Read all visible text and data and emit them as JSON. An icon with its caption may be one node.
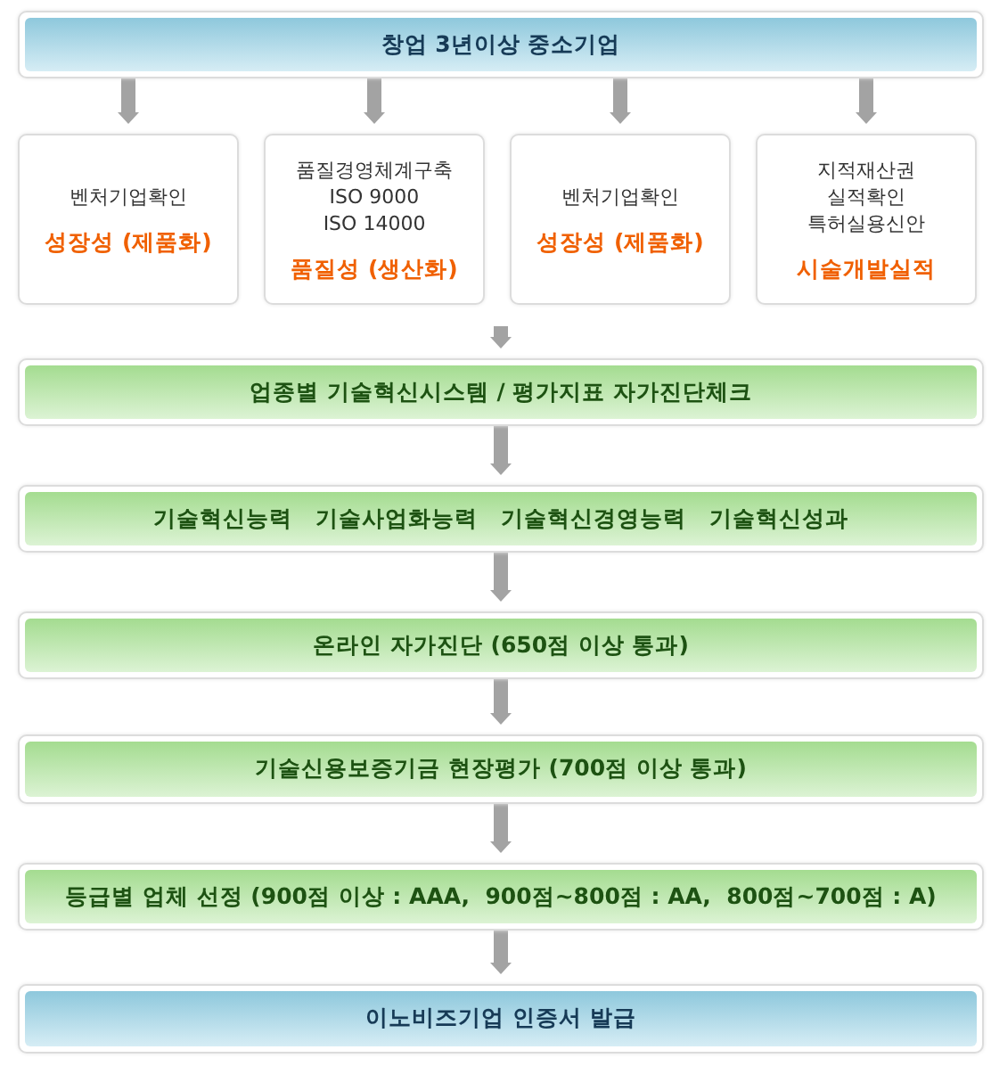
{
  "diagram": {
    "nodes": [
      {
        "text": [
          "창업 3년이상 중소기업"
        ]
      },
      {
        "text": [
          "벤처기업확인",
          "성장성 (제품화)"
        ]
      },
      {
        "text": [
          "품질경영체계구축",
          "ISO 9000",
          "ISO 14000",
          "품질성 (생산화)"
        ]
      },
      {
        "text": [
          "벤처기업확인",
          "성장성 (제품화)"
        ]
      },
      {
        "text": [
          "지적재산권",
          "실적확인",
          "특허실용신안",
          "시술개발실적"
        ]
      },
      {
        "text": [
          "업종별 기술혁신시스템 / 평가지표 자가진단체크"
        ]
      },
      {
        "text": [
          "기술혁신능력   기술사업화능력   기술혁신경영능력   기술혁신성과"
        ]
      },
      {
        "text": [
          "온라인 자가진단 (650점 이상 통과)"
        ]
      },
      {
        "text": [
          "기술신용보증기금 현장평가 (700점 이상 통과)"
        ]
      },
      {
        "text": [
          "등급별 업체 선정 (900점 이상 : AAA,  900점~800점 : AA,  800점~700점 : A)"
        ]
      },
      {
        "text": [
          "이노비즈기업 인증서 발급"
        ]
      }
    ],
    "edges": [
      {
        "from": 0,
        "to": 1,
        "arrow": "to"
      },
      {
        "from": 0,
        "to": 2,
        "arrow": "to"
      },
      {
        "from": 0,
        "to": 3,
        "arrow": "to"
      },
      {
        "from": 0,
        "to": 4,
        "arrow": "to"
      },
      {
        "from": null,
        "to": 5,
        "arrow": "to"
      },
      {
        "from": 5,
        "to": 6,
        "arrow": "to"
      },
      {
        "from": 6,
        "to": 7,
        "arrow": "to"
      },
      {
        "from": 7,
        "to": 8,
        "arrow": "to"
      },
      {
        "from": 8,
        "to": 9,
        "arrow": "to"
      },
      {
        "from": 9,
        "to": 10,
        "arrow": "to"
      }
    ]
  }
}
